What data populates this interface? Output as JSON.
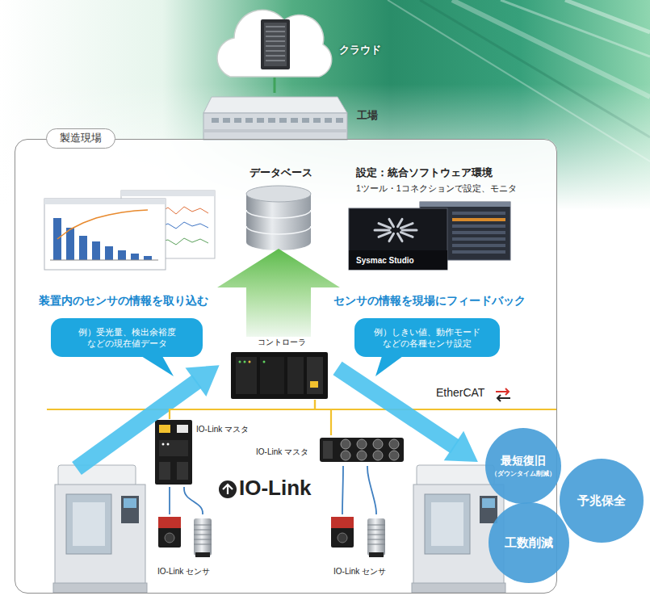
{
  "diagram": {
    "nodes": [
      {
        "text": [
          "クラウド"
        ]
      },
      {
        "text": [
          "工場"
        ]
      },
      {
        "text": [
          "製造現場"
        ]
      },
      {
        "text": [
          "データベース"
        ],
        "in": 2
      },
      {
        "text": [
          "設定：統合ソフトウェア環境",
          "1ツール・1コネクションで設定、モニタ",
          "Sysmac Studio"
        ],
        "in": 2
      },
      {
        "text": [
          "例）受光量、検出余裕度 などの現在値データ"
        ],
        "in": 2
      },
      {
        "text": [
          "例）しきい値、動作モード などの各種センサ設定"
        ],
        "in": 2
      },
      {
        "text": [
          "コントローラ"
        ],
        "in": 2
      },
      {
        "text": [
          "IO-Link マスタ"
        ],
        "in": 2
      },
      {
        "text": [
          "IO-Link マスタ"
        ],
        "in": 2
      },
      {
        "text": [
          "IO-Link センサ"
        ],
        "in": 2
      },
      {
        "text": [
          "IO-Link センサ"
        ],
        "in": 2
      },
      {
        "text": [
          "最短復旧",
          "（ダウンタイム削減）"
        ]
      },
      {
        "text": [
          "予兆保全"
        ]
      },
      {
        "text": [
          "工数削減"
        ]
      }
    ],
    "edges": [
      {
        "from": 0,
        "to": 1,
        "arrow": "none"
      },
      {
        "from": 7,
        "to": 3,
        "arrow": "to"
      },
      {
        "from": 7,
        "to": 8,
        "arrow": "none"
      },
      {
        "from": 7,
        "to": 9,
        "arrow": "none"
      },
      {
        "from": 8,
        "to": 10,
        "arrow": "none"
      },
      {
        "from": 8,
        "to": 10,
        "arrow": "none"
      },
      {
        "from": 9,
        "to": 11,
        "arrow": "none"
      },
      {
        "from": 9,
        "to": 11,
        "arrow": "none"
      }
    ],
    "labels": [
      "装置内のセンサの情報を取り込む",
      "センサの情報を現場にフィードバック",
      "EtherCAT",
      "IO-Link"
    ]
  }
}
